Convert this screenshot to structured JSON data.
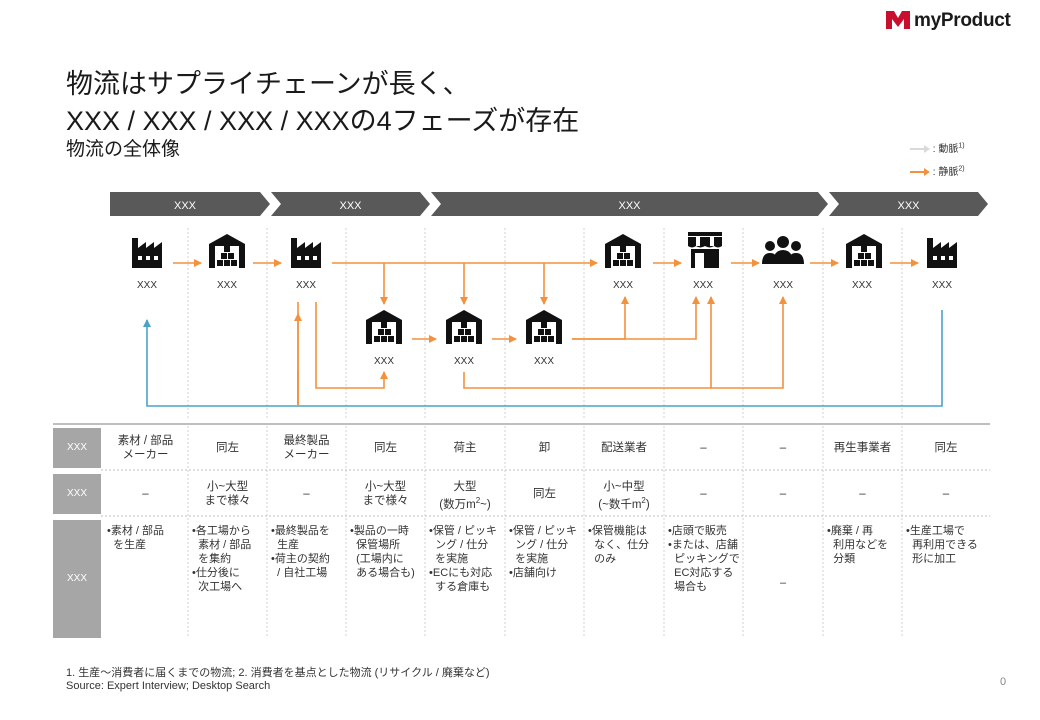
{
  "brand": {
    "name": "myProduct",
    "logo_color": "#c8102e"
  },
  "header": {
    "title_line1": "物流はサプライチェーンが長く、",
    "title_line2": "XXX / XXX / XXX / XXXの4フェーズが存在",
    "subtitle": "物流の全体像"
  },
  "legend": {
    "flow1": {
      "label": ": 動脈",
      "sup": "1)",
      "color": "#d9d9d9"
    },
    "flow2": {
      "label": ": 静脈",
      "sup": "2)",
      "color": "#f4913c"
    }
  },
  "colors": {
    "orange": "#f4913c",
    "blue": "#4aa3c8",
    "phase": "#595959",
    "grid": "#bfbfbf"
  },
  "phases": [
    "XXX",
    "XXX",
    "XXX",
    "XXX"
  ],
  "nodes": {
    "top": [
      {
        "icon": "factory-icon",
        "label": "XXX"
      },
      {
        "icon": "warehouse-icon",
        "label": "XXX"
      },
      {
        "icon": "factory-icon",
        "label": "XXX"
      },
      {
        "icon": "warehouse-icon",
        "label": "XXX"
      },
      {
        "icon": "store-icon",
        "label": "XXX"
      },
      {
        "icon": "consumers-icon",
        "label": "XXX"
      },
      {
        "icon": "warehouse-icon",
        "label": "XXX"
      },
      {
        "icon": "factory-icon",
        "label": "XXX"
      }
    ],
    "bottom": [
      {
        "icon": "warehouse-icon",
        "label": "XXX"
      },
      {
        "icon": "warehouse-icon",
        "label": "XXX"
      },
      {
        "icon": "warehouse-icon",
        "label": "XXX"
      }
    ]
  },
  "table": {
    "row_heads": [
      "XXX",
      "XXX",
      "XXX"
    ],
    "row1": [
      "素材 / 部品\nメーカー",
      "同左",
      "最終製品\nメーカー",
      "同左",
      "荷主",
      "卸",
      "配送業者",
      "–",
      "–",
      "再生事業者",
      "同左"
    ],
    "row2": [
      "–",
      "小~大型\nまで様々",
      "–",
      "小~大型\nまで様々",
      "大型\n(数万m²~)",
      "同左",
      "小~中型\n(~数千m²)",
      "–",
      "–",
      "–",
      "–"
    ],
    "row3": [
      "•素材 / 部品\n  を生産",
      "•各工場から\n  素材 / 部品\n  を集約\n•仕分後に\n  次工場へ",
      "•最終製品を\n  生産\n•荷主の契約\n  / 自社工場",
      "•製品の一時\n  保管場所\n  (工場内に\n  ある場合も)",
      "•保管 / ピッキ\n  ング / 仕分\n  を実施\n•ECにも対応\n  する倉庫も",
      "•保管 / ピッキ\n  ング / 仕分\n  を実施\n•店舗向け",
      "•保管機能は\n  なく、仕分\n  のみ",
      "•店頭で販売\n•または、店舗\n  ピッキングで\n  EC対応する\n  場合も",
      "–",
      "•廃棄 / 再\n  利用などを\n  分類",
      "•生産工場で\n  再利用できる\n  形に加工"
    ]
  },
  "footnotes": {
    "note1": "1. 生産～消費者に届くまでの物流;  2. 消費者を基点とした物流  (リサイクル / 廃棄など)",
    "source": "Source: Expert Interview;  Desktop Search"
  },
  "page_number": "0"
}
